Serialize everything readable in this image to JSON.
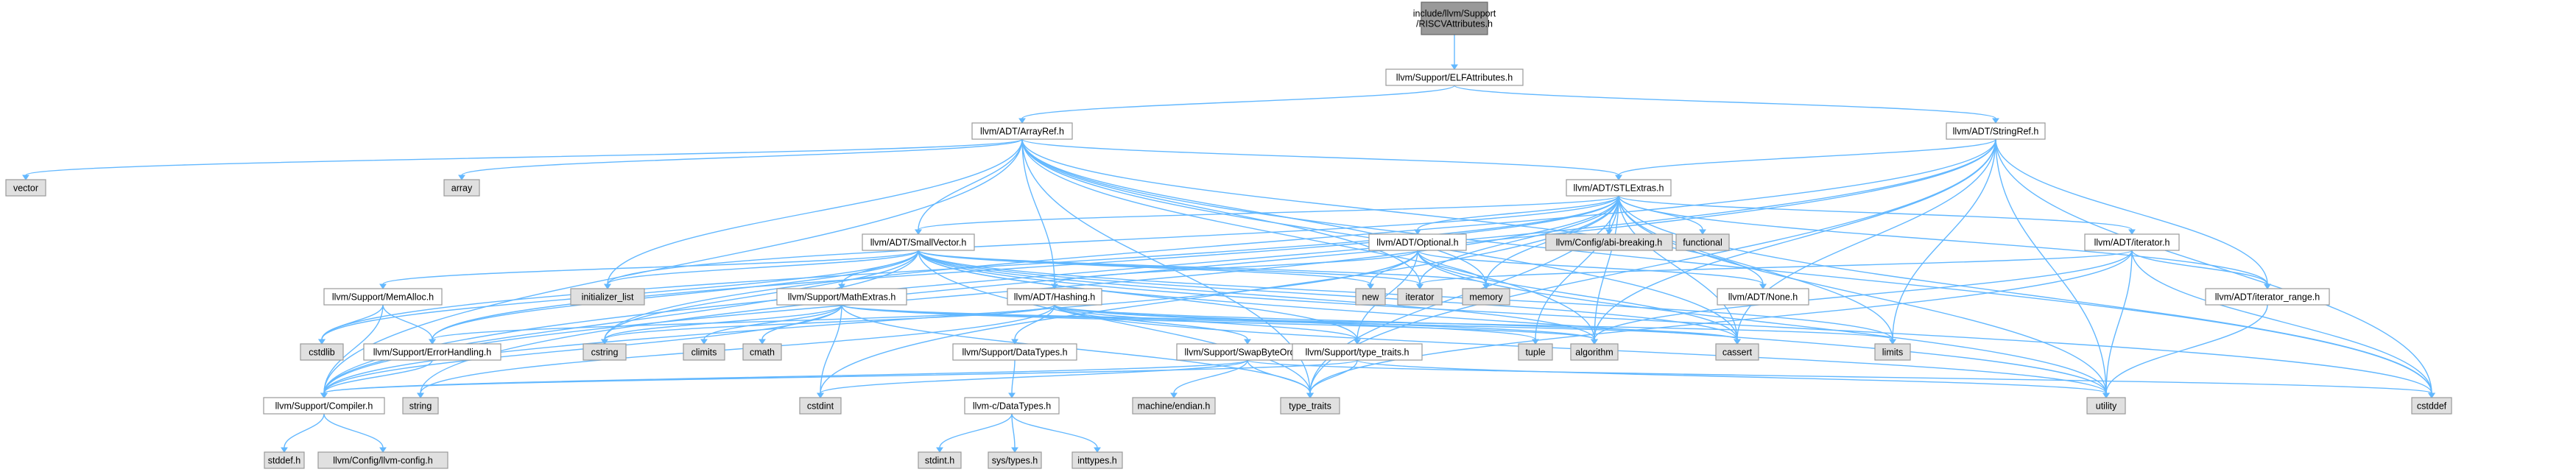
{
  "graph": {
    "title_node": "include/llvm/Support/RISCVAttributes.h",
    "colors": {
      "root_fill": "#999999",
      "local_fill": "#ffffff",
      "system_fill": "#e0e0e0",
      "border": "#999999",
      "edge": "#63b8ff"
    },
    "nodes": [
      {
        "id": "root",
        "lines": [
          "include/llvm/Support",
          "/RISCVAttributes.h"
        ],
        "kind": "root"
      },
      {
        "id": "elf",
        "lines": [
          "llvm/Support/ELFAttributes.h"
        ],
        "kind": "local"
      },
      {
        "id": "arrayref",
        "lines": [
          "llvm/ADT/ArrayRef.h"
        ],
        "kind": "local"
      },
      {
        "id": "stringref",
        "lines": [
          "llvm/ADT/StringRef.h"
        ],
        "kind": "local"
      },
      {
        "id": "vector",
        "lines": [
          "vector"
        ],
        "kind": "system"
      },
      {
        "id": "array",
        "lines": [
          "array"
        ],
        "kind": "system"
      },
      {
        "id": "stlextras",
        "lines": [
          "llvm/ADT/STLExtras.h"
        ],
        "kind": "local"
      },
      {
        "id": "smallvector",
        "lines": [
          "llvm/ADT/SmallVector.h"
        ],
        "kind": "local"
      },
      {
        "id": "optional",
        "lines": [
          "llvm/ADT/Optional.h"
        ],
        "kind": "local"
      },
      {
        "id": "abibreaking",
        "lines": [
          "llvm/Config/abi-breaking.h"
        ],
        "kind": "system"
      },
      {
        "id": "functional",
        "lines": [
          "functional"
        ],
        "kind": "system"
      },
      {
        "id": "iteratorh",
        "lines": [
          "llvm/ADT/iterator.h"
        ],
        "kind": "local"
      },
      {
        "id": "memalloc",
        "lines": [
          "llvm/Support/MemAlloc.h"
        ],
        "kind": "local"
      },
      {
        "id": "initlist",
        "lines": [
          "initializer_list"
        ],
        "kind": "system"
      },
      {
        "id": "mathextras",
        "lines": [
          "llvm/Support/MathExtras.h"
        ],
        "kind": "local"
      },
      {
        "id": "hashing",
        "lines": [
          "llvm/ADT/Hashing.h"
        ],
        "kind": "local"
      },
      {
        "id": "new",
        "lines": [
          "new"
        ],
        "kind": "system"
      },
      {
        "id": "iterator",
        "lines": [
          "iterator"
        ],
        "kind": "system"
      },
      {
        "id": "memory",
        "lines": [
          "memory"
        ],
        "kind": "system"
      },
      {
        "id": "noneh",
        "lines": [
          "llvm/ADT/None.h"
        ],
        "kind": "local"
      },
      {
        "id": "iterrange",
        "lines": [
          "llvm/ADT/iterator_range.h"
        ],
        "kind": "local"
      },
      {
        "id": "cstdlib",
        "lines": [
          "cstdlib"
        ],
        "kind": "system"
      },
      {
        "id": "errorhandling",
        "lines": [
          "llvm/Support/ErrorHandling.h"
        ],
        "kind": "local"
      },
      {
        "id": "cstring",
        "lines": [
          "cstring"
        ],
        "kind": "system"
      },
      {
        "id": "climits",
        "lines": [
          "climits"
        ],
        "kind": "system"
      },
      {
        "id": "cmath",
        "lines": [
          "cmath"
        ],
        "kind": "system"
      },
      {
        "id": "datatypes",
        "lines": [
          "llvm/Support/DataTypes.h"
        ],
        "kind": "local"
      },
      {
        "id": "swapbyte",
        "lines": [
          "llvm/Support/SwapByteOrder.h"
        ],
        "kind": "local"
      },
      {
        "id": "tuple",
        "lines": [
          "tuple"
        ],
        "kind": "system"
      },
      {
        "id": "algorithm",
        "lines": [
          "algorithm"
        ],
        "kind": "system"
      },
      {
        "id": "typetraitsh",
        "lines": [
          "llvm/Support/type_traits.h"
        ],
        "kind": "local"
      },
      {
        "id": "cassert",
        "lines": [
          "cassert"
        ],
        "kind": "system"
      },
      {
        "id": "limits",
        "lines": [
          "limits"
        ],
        "kind": "system"
      },
      {
        "id": "compiler",
        "lines": [
          "llvm/Support/Compiler.h"
        ],
        "kind": "local"
      },
      {
        "id": "string",
        "lines": [
          "string"
        ],
        "kind": "system"
      },
      {
        "id": "cstdint",
        "lines": [
          "cstdint"
        ],
        "kind": "system"
      },
      {
        "id": "cdatatypes",
        "lines": [
          "llvm-c/DataTypes.h"
        ],
        "kind": "local"
      },
      {
        "id": "machineendian",
        "lines": [
          "machine/endian.h"
        ],
        "kind": "system"
      },
      {
        "id": "typetraits",
        "lines": [
          "type_traits"
        ],
        "kind": "system"
      },
      {
        "id": "utility",
        "lines": [
          "utility"
        ],
        "kind": "system"
      },
      {
        "id": "cstddef",
        "lines": [
          "cstddef"
        ],
        "kind": "system"
      },
      {
        "id": "stddefh",
        "lines": [
          "stddef.h"
        ],
        "kind": "system"
      },
      {
        "id": "llvmconfig",
        "lines": [
          "llvm/Config/llvm-config.h"
        ],
        "kind": "system"
      },
      {
        "id": "stdinth",
        "lines": [
          "stdint.h"
        ],
        "kind": "system"
      },
      {
        "id": "systypes",
        "lines": [
          "sys/types.h"
        ],
        "kind": "system"
      },
      {
        "id": "inttypes",
        "lines": [
          "inttypes.h"
        ],
        "kind": "system"
      }
    ],
    "edges": [
      [
        "root",
        "elf"
      ],
      [
        "elf",
        "arrayref"
      ],
      [
        "elf",
        "stringref"
      ],
      [
        "arrayref",
        "vector"
      ],
      [
        "arrayref",
        "array"
      ],
      [
        "arrayref",
        "stlextras"
      ],
      [
        "arrayref",
        "smallvector"
      ],
      [
        "arrayref",
        "hashing"
      ],
      [
        "arrayref",
        "initlist"
      ],
      [
        "arrayref",
        "iterator"
      ],
      [
        "arrayref",
        "memory"
      ],
      [
        "arrayref",
        "algorithm"
      ],
      [
        "arrayref",
        "cassert"
      ],
      [
        "arrayref",
        "compiler"
      ],
      [
        "arrayref",
        "cstddef"
      ],
      [
        "arrayref",
        "noneh"
      ],
      [
        "arrayref",
        "typetraits"
      ],
      [
        "stringref",
        "stlextras"
      ],
      [
        "stringref",
        "iterrange"
      ],
      [
        "stringref",
        "compiler"
      ],
      [
        "stringref",
        "algorithm"
      ],
      [
        "stringref",
        "cassert"
      ],
      [
        "stringref",
        "cstddef"
      ],
      [
        "stringref",
        "cstring"
      ],
      [
        "stringref",
        "limits"
      ],
      [
        "stringref",
        "string"
      ],
      [
        "stringref",
        "typetraits"
      ],
      [
        "stringref",
        "utility"
      ],
      [
        "stlextras",
        "optional"
      ],
      [
        "stlextras",
        "abibreaking"
      ],
      [
        "stlextras",
        "functional"
      ],
      [
        "stlextras",
        "iteratorh"
      ],
      [
        "stlextras",
        "smallvector"
      ],
      [
        "stlextras",
        "iterrange"
      ],
      [
        "stlextras",
        "errorhandling"
      ],
      [
        "stlextras",
        "initlist"
      ],
      [
        "stlextras",
        "iterator"
      ],
      [
        "stlextras",
        "memory"
      ],
      [
        "stlextras",
        "algorithm"
      ],
      [
        "stlextras",
        "cassert"
      ],
      [
        "stlextras",
        "cstddef"
      ],
      [
        "stlextras",
        "cstdint"
      ],
      [
        "stlextras",
        "cstdlib"
      ],
      [
        "stlextras",
        "limits"
      ],
      [
        "stlextras",
        "tuple"
      ],
      [
        "stlextras",
        "typetraits"
      ],
      [
        "stlextras",
        "utility"
      ],
      [
        "stlextras",
        "compiler"
      ],
      [
        "smallvector",
        "memalloc"
      ],
      [
        "smallvector",
        "mathextras"
      ],
      [
        "smallvector",
        "compiler"
      ],
      [
        "smallvector",
        "typetraitsh"
      ],
      [
        "smallvector",
        "initlist"
      ],
      [
        "smallvector",
        "new"
      ],
      [
        "smallvector",
        "iterator"
      ],
      [
        "smallvector",
        "memory"
      ],
      [
        "smallvector",
        "algorithm"
      ],
      [
        "smallvector",
        "cassert"
      ],
      [
        "smallvector",
        "cstddef"
      ],
      [
        "smallvector",
        "cstdlib"
      ],
      [
        "smallvector",
        "cstring"
      ],
      [
        "smallvector",
        "limits"
      ],
      [
        "smallvector",
        "typetraits"
      ],
      [
        "smallvector",
        "utility"
      ],
      [
        "smallvector",
        "errorhandling"
      ],
      [
        "optional",
        "hashing"
      ],
      [
        "optional",
        "noneh"
      ],
      [
        "optional",
        "compiler"
      ],
      [
        "optional",
        "typetraitsh"
      ],
      [
        "optional",
        "cassert"
      ],
      [
        "optional",
        "memory"
      ],
      [
        "optional",
        "new"
      ],
      [
        "optional",
        "utility"
      ],
      [
        "iteratorh",
        "iterrange"
      ],
      [
        "iteratorh",
        "algorithm"
      ],
      [
        "iteratorh",
        "cstddef"
      ],
      [
        "iteratorh",
        "iterator"
      ],
      [
        "iteratorh",
        "typetraits"
      ],
      [
        "iteratorh",
        "utility"
      ],
      [
        "iterrange",
        "utility"
      ],
      [
        "memalloc",
        "compiler"
      ],
      [
        "memalloc",
        "errorhandling"
      ],
      [
        "memalloc",
        "cstdlib"
      ],
      [
        "mathextras",
        "compiler"
      ],
      [
        "mathextras",
        "algorithm"
      ],
      [
        "mathextras",
        "cassert"
      ],
      [
        "mathextras",
        "climits"
      ],
      [
        "mathextras",
        "cmath"
      ],
      [
        "mathextras",
        "cstdint"
      ],
      [
        "mathextras",
        "cstring"
      ],
      [
        "mathextras",
        "limits"
      ],
      [
        "mathextras",
        "typetraits"
      ],
      [
        "hashing",
        "datatypes"
      ],
      [
        "hashing",
        "errorhandling"
      ],
      [
        "hashing",
        "swapbyte"
      ],
      [
        "hashing",
        "typetraitsh"
      ],
      [
        "hashing",
        "algorithm"
      ],
      [
        "hashing",
        "cassert"
      ],
      [
        "hashing",
        "cstring"
      ],
      [
        "hashing",
        "string"
      ],
      [
        "hashing",
        "tuple"
      ],
      [
        "hashing",
        "utility"
      ],
      [
        "errorhandling",
        "compiler"
      ],
      [
        "datatypes",
        "cdatatypes"
      ],
      [
        "swapbyte",
        "compiler"
      ],
      [
        "swapbyte",
        "cstddef"
      ],
      [
        "swapbyte",
        "cstdint"
      ],
      [
        "swapbyte",
        "typetraits"
      ],
      [
        "swapbyte",
        "machineendian"
      ],
      [
        "typetraitsh",
        "compiler"
      ],
      [
        "typetraitsh",
        "typetraits"
      ],
      [
        "typetraitsh",
        "utility"
      ],
      [
        "compiler",
        "stddefh"
      ],
      [
        "compiler",
        "llvmconfig"
      ],
      [
        "cdatatypes",
        "stdinth"
      ],
      [
        "cdatatypes",
        "systypes"
      ],
      [
        "cdatatypes",
        "inttypes"
      ]
    ]
  }
}
